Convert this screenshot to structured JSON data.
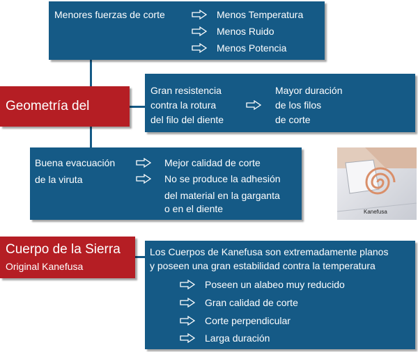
{
  "colors": {
    "box_blue": "#155a86",
    "title_red": "#b51e24",
    "text": "#ffffff"
  },
  "box1": {
    "left_text": "Menores fuerzas de corte",
    "items": [
      "Menos Temperatura",
      "Menos Ruido",
      "Menos Potencia"
    ]
  },
  "geometria": {
    "title": "Geometría del",
    "left_lines": [
      "Gran resistencia",
      "contra la rotura",
      "del filo del diente"
    ],
    "right_lines": [
      "Mayor duración",
      "de los filos",
      "de corte"
    ]
  },
  "evacuacion": {
    "left_lines": [
      "Buena evacuación",
      "de la viruta"
    ],
    "items": [
      "Mejor calidad de corte",
      "No se produce la adhesión"
    ],
    "continuation": [
      "del material en la garganta",
      "o en el diente"
    ]
  },
  "image": {
    "caption": "Kanefusa"
  },
  "cuerpo": {
    "title": "Cuerpo de la Sierra",
    "subtitle": "Original Kanefusa",
    "intro_lines": [
      "Los Cuerpos de Kanefusa son extremadamente planos",
      "y poseen una gran estabilidad contra la temperatura"
    ],
    "items": [
      "Poseen un alabeo muy reducido",
      "Gran calidad de corte",
      "Corte perpendicular",
      "Larga duración"
    ]
  }
}
